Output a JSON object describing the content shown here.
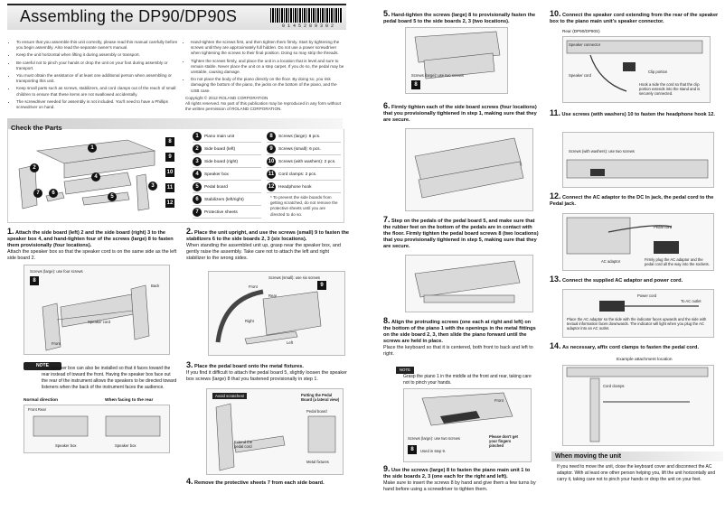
{
  "header": {
    "title": "Assembling the DP90/DP90S",
    "barcode_number": "0 1 4 5 2 8 9 3    0 2"
  },
  "intro": {
    "bullets_left": [
      "To ensure that you assemble this unit correctly, please read this manual carefully before you begin assembly. Also read the separate owner's manual.",
      "Keep the unit horizontal when lifting it during assembly or transport.",
      "Be careful not to pinch your hands or drop the unit on your foot during assembly or transport.",
      "You must obtain the assistance of at least one additional person when assembling or transporting this unit.",
      "Keep small parts such as screws, stabilizers, and cord clamps out of the reach of small children to ensure that these items are not swallowed accidentally.",
      "The screwdriver needed for assembly is not included. You'll need to have a Phillips screwdriver on hand."
    ],
    "bullets_right": [
      "Hand-tighten the screws first, and then tighten them firmly. Start by tightening the screws until they are approximately full hidden. Do not use a power screwdriver when tightening the screws to their final position. Doing so may strip the threads.",
      "Tighten the screws firmly, and place the unit in a location that is level and sure to remain stable. Never place the unit on a step carpet. If you do so, the pedal may be unstable, causing damage.",
      "Do not place the body of the piano directly on the floor. By doing so, you risk damaging the bottom of the piano, the jacks on the bottom of the piano, and the USB case."
    ],
    "copyright": "Copyright © 2012 ROLAND CORPORATION",
    "rights": "All rights reserved. No part of this publication may be reproduced in any form without the written permission of ROLAND CORPORATION."
  },
  "parts": {
    "heading": "Check the Parts",
    "list": [
      {
        "n": "1",
        "name": "Piano main unit"
      },
      {
        "n": "2",
        "name": "Side board (left)"
      },
      {
        "n": "3",
        "name": "Side board (right)"
      },
      {
        "n": "4",
        "name": "Speaker box"
      },
      {
        "n": "5",
        "name": "Pedal board"
      },
      {
        "n": "6",
        "name": "Stabilizers (left/right)"
      },
      {
        "n": "7",
        "name": "Protective sheets"
      },
      {
        "n": "8",
        "name": "Screws (large): 8 pcs."
      },
      {
        "n": "9",
        "name": "Screws (small): 6 pcs."
      },
      {
        "n": "10",
        "name": "Screws (with washers): 2 pcs."
      },
      {
        "n": "11",
        "name": "Cord clamps: 2 pcs."
      },
      {
        "n": "12",
        "name": "Headphone hook"
      }
    ],
    "footnote": "* To prevent the side boards from getting scratched, do not remove the protective sheets until you are directed to do so."
  },
  "steps": {
    "s1": {
      "num": "1.",
      "title": "Attach the side board (left) 2 and the side board (right) 3 to the speaker box 4, and hand-tighten four of the screws (large) 8 to fasten them provisionally (four locations).",
      "body": "Attach the speaker box so that the speaker cord is on the same side as the left side board 2.",
      "labels": [
        "Screws (large): use four screws",
        "Back",
        "Front",
        "Speaker cord"
      ]
    },
    "note": {
      "label": "NOTE",
      "body": "The speaker box can also be installed so that it faces toward the rear instead of toward the front. Having the speaker box face out the rear of the instrument allows the speakers to be directed toward listeners when the back of the instrument faces the audience.",
      "normal": "Normal direction",
      "rear": "When facing to the rear",
      "front_rear": "Front  Rear",
      "speaker_box": "Speaker box"
    },
    "s2": {
      "num": "2.",
      "title": "Place the unit upright, and use the screws (small) 9 to fasten the stabilizers 6 to the side boards 2, 3 (six locations).",
      "body": "When standing the assembled unit up, grasp near the speaker box, and gently raise the assembly. Take care not to attach the left and right stabilizer to the wrong sides.",
      "labels": [
        "Screws (small): use six screws",
        "Front",
        "Rear",
        "Right",
        "Left"
      ]
    },
    "s3": {
      "num": "3.",
      "title": "Place the pedal board onto the metal fixtures.",
      "body": "If you find it difficult to attach the pedal board 5, slightly loosen the speaker box screws (large) 8 that you fastened provisionally in step 1.",
      "labels": [
        "Avoid scratches!",
        "Putting the Pedal Board (a lateral view)",
        "Pedal board",
        "Extend the pedal cord",
        "Metal fixtures"
      ]
    },
    "s4": {
      "num": "4.",
      "title": "Remove the protective sheets 7 from each side board."
    },
    "s5": {
      "num": "5.",
      "title": "Hand-tighten the screws (large) 8 to provisionally fasten the pedal board 5 to the side boards 2, 3 (two locations).",
      "labels": [
        "Screws (large): use two screws"
      ]
    },
    "s6": {
      "num": "6.",
      "title": "Firmly tighten each of the side board screws (four locations) that you provisionally tightened in step 1, making sure that they are secure."
    },
    "s7": {
      "num": "7.",
      "title": "Step on the pedals of the pedal board 5, and make sure that the rubber feet on the bottom of the pedals are in contact with the floor. Firmly tighten the pedal board screws 8 (two locations) that you provisionally tightened in step 5, making sure that they are secure."
    },
    "s8": {
      "num": "8.",
      "title": "Align the protruding screws (one each at right and left) on the bottom of the piano 1 with the openings in the metal fittings on the side board 2, 3, then slide the piano forward until the screws are held in place.",
      "body": "Place the keyboard so that it is centered, both front to back and left to right.",
      "note": "Grasp the piano 1 in the middle at the front and rear, taking care not to pinch your hands.",
      "labels": [
        "Front",
        "Screws (large): use two screws",
        "Used in step 9.",
        "Please don't get your fingers pinched"
      ]
    },
    "s9": {
      "num": "9.",
      "title": "Use the screws (large) 8 to fasten the piano main unit 1 to the side boards 2, 3 (one each for the right and left).",
      "body": "Make sure to insert the screws 8 by hand and give them a few turns by hand before using a screwdriver to tighten them."
    },
    "s10": {
      "num": "10.",
      "title": "Connect the speaker cord extending from the rear of the speaker box to the piano main unit's speaker connector.",
      "labels": [
        "Rear (DP90/DP90S)",
        "Speaker connector",
        "Speaker cord",
        "Clip portion",
        "Hook a side the cord so that the clip portion extends into the stand and is securely connected."
      ]
    },
    "s11": {
      "num": "11.",
      "title": "Use screws (with washers) 10 to fasten the headphone hook 12.",
      "labels": [
        "Screws (with washers): use two screws"
      ]
    },
    "s12": {
      "num": "12.",
      "title": "Connect the AC adaptor to the DC In jack, the pedal cord to the Pedal jack.",
      "labels": [
        "Pedal cord",
        "AC adaptor",
        "Firmly plug the AC adaptor and the pedal cord all the way into the sockets."
      ]
    },
    "s13": {
      "num": "13.",
      "title": "Connect the supplied AC adaptor and power cord.",
      "labels": [
        "Power cord",
        "To AC outlet"
      ],
      "body": "Place the AC adaptor so the side with the indicator faces upwards and the side with textual information faces downwards. The indicator will light when you plug the AC adaptor into an AC outlet."
    },
    "s14": {
      "num": "14.",
      "title": "As necessary, affix cord clamps to fasten the pedal cord.",
      "labels": [
        "Example attachment location",
        "Cord clamps"
      ]
    }
  },
  "moving": {
    "heading": "When moving the unit",
    "body": "If you need to move the unit, close the keyboard cover and disconnect the AC adaptor. With at least one other person helping you, lift the unit horizontally and carry it, taking care not to pinch your hands or drop the unit on your feet."
  }
}
